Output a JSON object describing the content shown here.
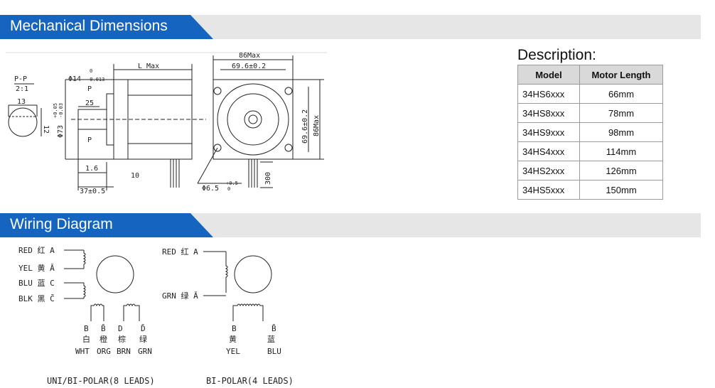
{
  "sections": {
    "mechanical": "Mechanical Dimensions",
    "wiring": "Wiring Diagram"
  },
  "accent_color": "#1565c0",
  "mechanical": {
    "section_pp": "P-P",
    "scale": "2:1",
    "flat_width": "13",
    "flat_depth": "12",
    "shaft_dia": "Φ14",
    "shaft_tol_top": "0",
    "shaft_tol_bot": "-0.013",
    "boss_dia": "Φ73",
    "boss_tol_top": "+0.05",
    "boss_tol_bot": "-0.03",
    "key_length": "25",
    "body_length": "L Max",
    "boss_height": "1.6",
    "flange_thick": "10",
    "shaft_length": "37±0.5",
    "frame_size": "86Max",
    "hole_spacing": "69.6±0.2",
    "hole_spacing_v": "69.6±0.2",
    "frame_size_v": "86Max",
    "mount_hole": "Φ6.5",
    "mount_tol_top": "+0.5",
    "mount_tol_bot": "0",
    "lead_length": "300",
    "p_mark": "P"
  },
  "description": {
    "title": "Description:",
    "headers": [
      "Model",
      "Motor Length"
    ],
    "rows": [
      [
        "34HS6xxx",
        "66mm"
      ],
      [
        "34HS8xxx",
        "78mm"
      ],
      [
        "34HS9xxx",
        "98mm"
      ],
      [
        "34HS4xxx",
        "114mm"
      ],
      [
        "34HS2xxx",
        "126mm"
      ],
      [
        "34HS5xxx",
        "150mm"
      ]
    ]
  },
  "wiring": {
    "uni": {
      "leads": [
        "RED 红 A",
        "YEL 黄 Ā",
        "BLU 蓝 C",
        "BLK 黑 C̄"
      ],
      "bottom_letters": [
        "B",
        "B̄",
        "D",
        "D̄"
      ],
      "bottom_cn": [
        "白",
        "橙",
        "棕",
        "绿"
      ],
      "bottom_colors": [
        "WHT",
        "ORG",
        "BRN",
        "GRN"
      ],
      "caption": "UNI/BI-POLAR(8 LEADS)"
    },
    "bi": {
      "leads": [
        "RED 红 A",
        "GRN 绿 Ā"
      ],
      "bottom_letters": [
        "B",
        "B̄"
      ],
      "bottom_cn": [
        "黄",
        "蓝"
      ],
      "bottom_colors": [
        "YEL",
        "BLU"
      ],
      "caption": "BI-POLAR(4 LEADS)"
    }
  }
}
